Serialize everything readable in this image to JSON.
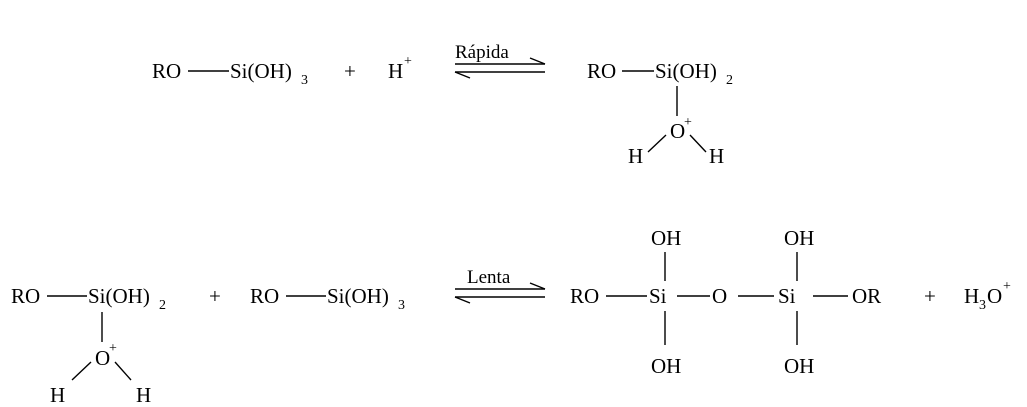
{
  "reaction1": {
    "reactant1": {
      "ro": "RO",
      "si": "Si(OH)",
      "sub": "3"
    },
    "plus": "+",
    "reactant2": {
      "h": "H",
      "sup": "+"
    },
    "arrow_label": "Rápida",
    "product": {
      "ro": "RO",
      "si": "Si(OH)",
      "sub": "2",
      "o": "O",
      "charge": "+",
      "h_left": "H",
      "h_right": "H"
    }
  },
  "reaction2": {
    "reactant1": {
      "ro": "RO",
      "si": "Si(OH)",
      "sub": "2",
      "o": "O",
      "charge": "+",
      "h_left": "H",
      "h_right": "H"
    },
    "plus1": "+",
    "reactant2": {
      "ro": "RO",
      "si": "Si(OH)",
      "sub": "3"
    },
    "arrow_label": "Lenta",
    "product": {
      "ro": "RO",
      "si1": "Si",
      "o_bridge": "O",
      "si2": "Si",
      "or": "OR",
      "oh_top1": "OH",
      "oh_bottom1": "OH",
      "oh_top2": "OH",
      "oh_bottom2": "OH"
    },
    "plus2": "+",
    "product2": {
      "h": "H",
      "sub": "3",
      "o": "O",
      "sup": "+"
    }
  }
}
